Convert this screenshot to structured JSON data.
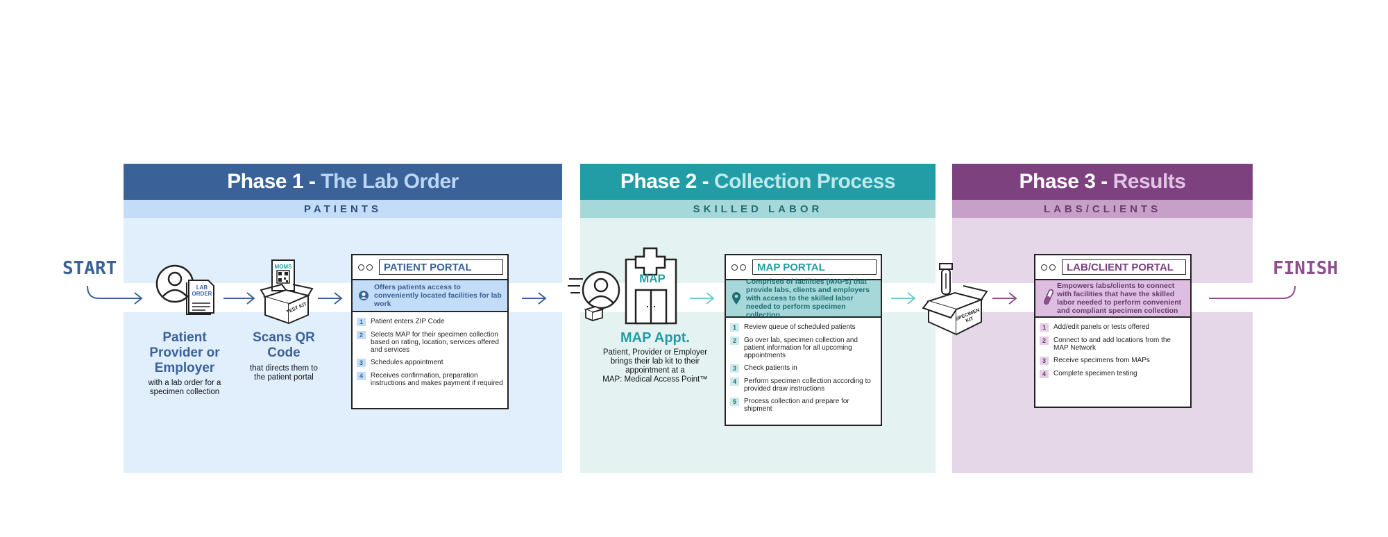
{
  "flow": {
    "start_label": "START",
    "finish_label": "FINISH"
  },
  "colors": {
    "phase1_header": "#3A6298",
    "phase1_sub": "#C3DCF7",
    "phase1_body": "#E1EEFC",
    "phase1_text": "#3A6298",
    "phase2_header": "#229CA5",
    "phase2_sub": "#A6D8D9",
    "phase2_body": "#E4F3F2",
    "phase2_text": "#229CA5",
    "phase3_header": "#7E4180",
    "phase3_sub": "#C6A0C7",
    "phase3_body": "#E5D6E8",
    "phase3_text": "#8E4E90"
  },
  "phase1": {
    "title_prefix": "Phase 1 - ",
    "title_accent": "The Lab Order",
    "subtitle": "PATIENTS",
    "lab_order_icon_text": [
      "LAB",
      "ORDER"
    ],
    "test_kit_icon_text": "TEST KIT",
    "qr_brand_text": "MOMS",
    "actor_title": [
      "Patient",
      "Provider or",
      "Employer"
    ],
    "actor_caption": [
      "with a lab order for a",
      "specimen collection"
    ],
    "scan_title": [
      "Scans QR",
      "Code"
    ],
    "scan_caption": [
      "that directs them to",
      "the patient portal"
    ],
    "portal": {
      "title": "PATIENT PORTAL",
      "description": "Offers patients access to conveniently located facilities for lab work",
      "steps": [
        {
          "num": "1",
          "text": "Patient enters ZIP Code"
        },
        {
          "num": "2",
          "text": "Selects MAP for their specimen collection based on rating, location, services offered and services"
        },
        {
          "num": "3",
          "text": "Schedules appointment"
        },
        {
          "num": "4",
          "text": "Receives confirmation, preparation instructions and makes payment if required"
        }
      ]
    }
  },
  "phase2": {
    "title_prefix": "Phase 2 - ",
    "title_accent": "Collection Process",
    "subtitle": "SKILLED LABOR",
    "map_building_label": "MAP",
    "appt_title": "MAP Appt.",
    "appt_caption": [
      "Patient, Provider or Employer",
      "brings their lab kit to their",
      "appointment at a",
      "MAP: Medical Access Point™"
    ],
    "portal": {
      "title": "MAP PORTAL",
      "description": "Comprised of facilities (MAPs) that provide labs, clients and employers with access to the skilled labor needed to perform  specimen collection",
      "steps": [
        {
          "num": "1",
          "text": "Review queue of scheduled patients"
        },
        {
          "num": "2",
          "text": "Go over lab, specimen collection and patient information for all upcoming appointments"
        },
        {
          "num": "3",
          "text": "Check patients in"
        },
        {
          "num": "4",
          "text": "Perform specimen collection according to provided draw instructions"
        },
        {
          "num": "5",
          "text": "Process collection and prepare for shipment"
        }
      ]
    }
  },
  "phase3": {
    "title_prefix": "Phase 3 - ",
    "title_accent": "Results",
    "subtitle": "LABS/CLIENTS",
    "specimen_kit_text": "SPECIMEN KIT",
    "portal": {
      "title": "LAB/CLIENT PORTAL",
      "description": "Empowers labs/clients to connect with facilities that have the skilled labor needed to perform convenient and compliant specimen collection",
      "steps": [
        {
          "num": "1",
          "text": "Add/edit panels or tests offered"
        },
        {
          "num": "2",
          "text": "Connect to and add locations from the MAP Network"
        },
        {
          "num": "3",
          "text": "Receive specimens from MAPs"
        },
        {
          "num": "4",
          "text": "Complete specimen testing"
        }
      ]
    }
  }
}
